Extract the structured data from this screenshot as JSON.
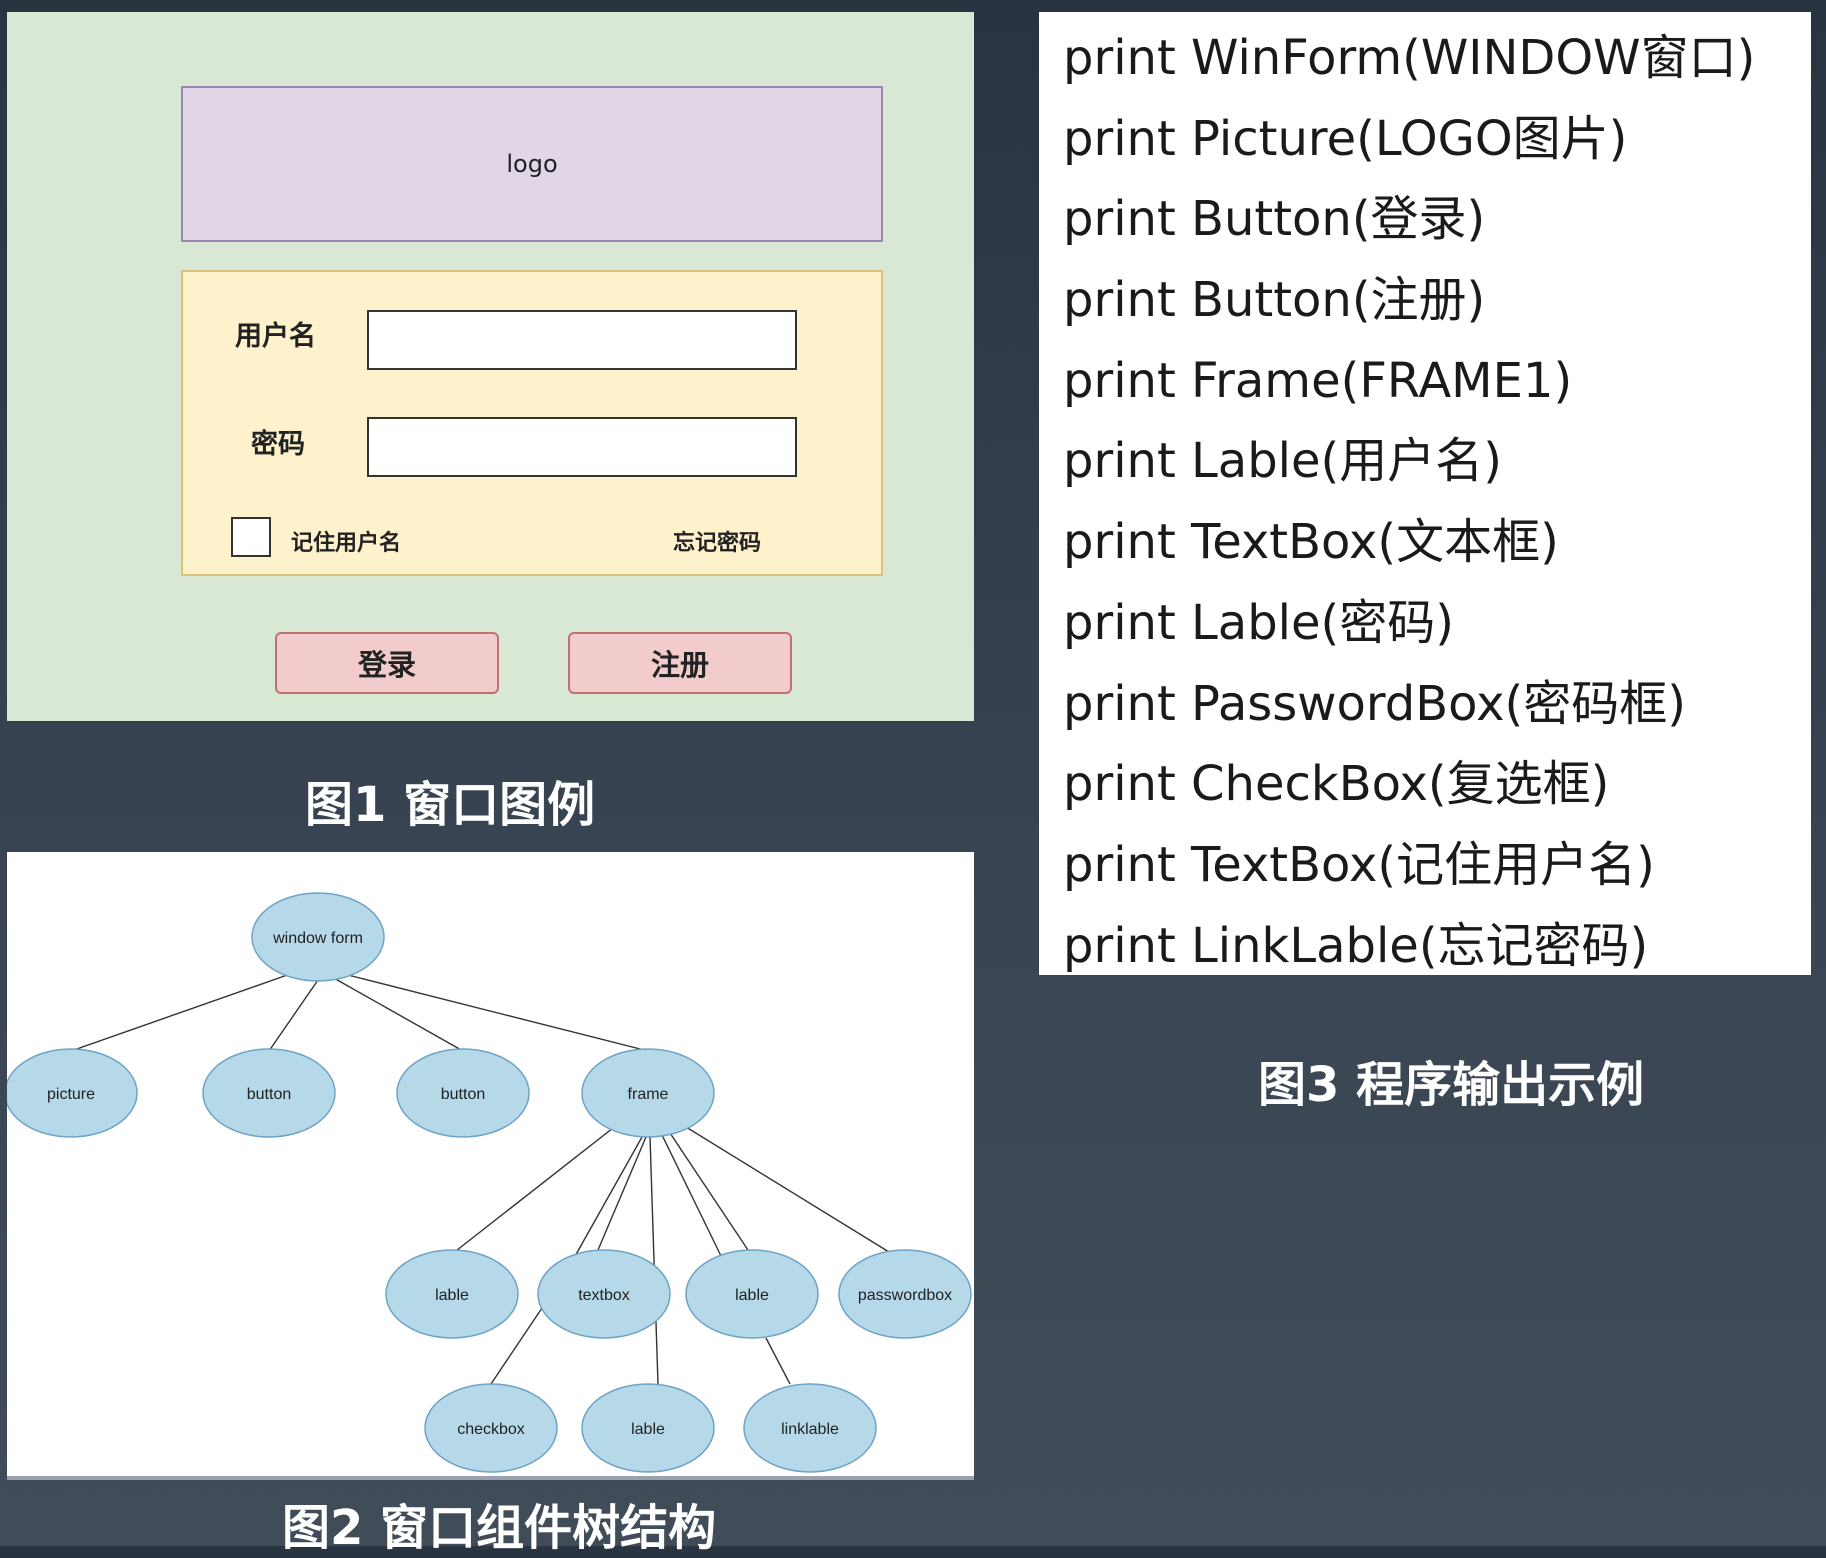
{
  "figure1": {
    "logo_label": "logo",
    "username_label": "用户名",
    "password_label": "密码",
    "remember_label": "记住用户名",
    "forgot_label": "忘记密码",
    "login_button": "登录",
    "register_button": "注册",
    "caption": "图1 窗口图例",
    "colors": {
      "window_bg": "#d8e8d4",
      "logo_bg": "#e0d6e8",
      "frame_bg": "#fdf2cc",
      "button_bg": "#f2cccc"
    }
  },
  "figure2": {
    "caption": "图2 窗口组件树结构",
    "node_color": "#b6d9ea",
    "nodes": [
      {
        "id": "n0",
        "label": "window form"
      },
      {
        "id": "n1",
        "label": "picture"
      },
      {
        "id": "n2",
        "label": "button"
      },
      {
        "id": "n3",
        "label": "button"
      },
      {
        "id": "n4",
        "label": "frame"
      },
      {
        "id": "n5",
        "label": "lable"
      },
      {
        "id": "n6",
        "label": "textbox"
      },
      {
        "id": "n7",
        "label": "lable"
      },
      {
        "id": "n8",
        "label": "passwordbox"
      },
      {
        "id": "n9",
        "label": "checkbox"
      },
      {
        "id": "n10",
        "label": "lable"
      },
      {
        "id": "n11",
        "label": "linklable"
      }
    ],
    "edges": [
      [
        "n0",
        "n1"
      ],
      [
        "n0",
        "n2"
      ],
      [
        "n0",
        "n3"
      ],
      [
        "n0",
        "n4"
      ],
      [
        "n4",
        "n5"
      ],
      [
        "n4",
        "n6"
      ],
      [
        "n4",
        "n6"
      ],
      [
        "n4",
        "n7"
      ],
      [
        "n4",
        "n7"
      ],
      [
        "n4",
        "n8"
      ],
      [
        "n4",
        "n10"
      ],
      [
        "n6",
        "n9"
      ],
      [
        "n7",
        "n11"
      ]
    ]
  },
  "figure3": {
    "caption": "图3 程序输出示例",
    "lines": [
      "print WinForm(WINDOW窗口)",
      "print Picture(LOGO图片)",
      "print Button(登录)",
      "print Button(注册)",
      "print Frame(FRAME1)",
      "print Lable(用户名)",
      "print TextBox(文本框)",
      "print Lable(密码)",
      "print PasswordBox(密码框)",
      "print CheckBox(复选框)",
      "print TextBox(记住用户名)",
      "print LinkLable(忘记密码)"
    ]
  }
}
